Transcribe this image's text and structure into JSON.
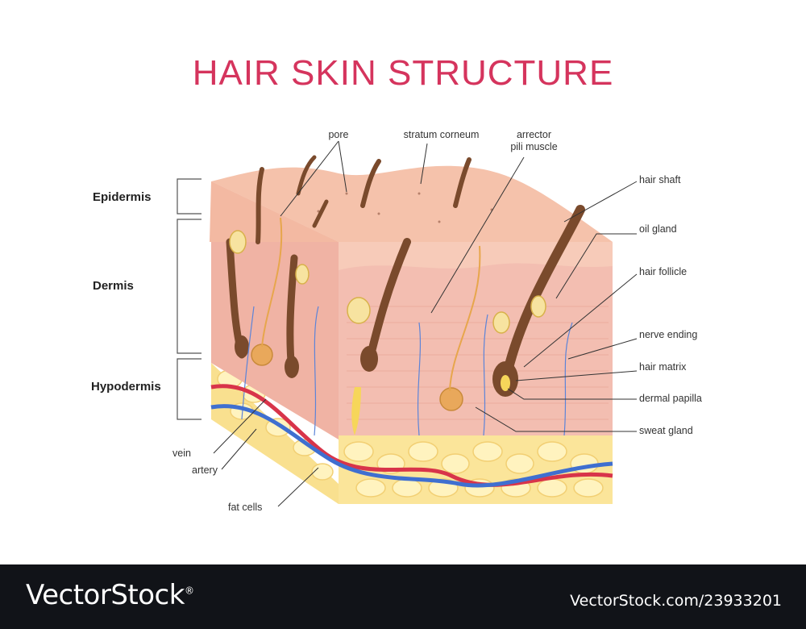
{
  "title": "HAIR SKIN STRUCTURE",
  "layers": {
    "epidermis": "Epidermis",
    "dermis": "Dermis",
    "hypodermis": "Hypodermis"
  },
  "labels": {
    "pore": "pore",
    "stratum_corneum": "stratum corneum",
    "arrector_line1": "arrector",
    "arrector_line2": "pili muscle",
    "hair_shaft": "hair shaft",
    "oil_gland": "oil gland",
    "hair_follicle": "hair follicle",
    "nerve_ending": "nerve ending",
    "hair_matrix": "hair matrix",
    "dermal_papilla": "dermal papilla",
    "sweat_gland": "sweat gland",
    "vein": "vein",
    "artery": "artery",
    "fat_cells": "fat cells"
  },
  "watermark": {
    "logo": "VectorStock",
    "trademark": "®",
    "id": "VectorStock.com/23933201"
  },
  "colors": {
    "title": "#d5345d",
    "skin_top": "#f4b9a3",
    "dermis": "#f2b9ad",
    "fat": "#fbe59a",
    "hair": "#7a4a2c",
    "vein": "#3f6fd0",
    "artery": "#d8344a",
    "footer_bg": "#111318"
  }
}
